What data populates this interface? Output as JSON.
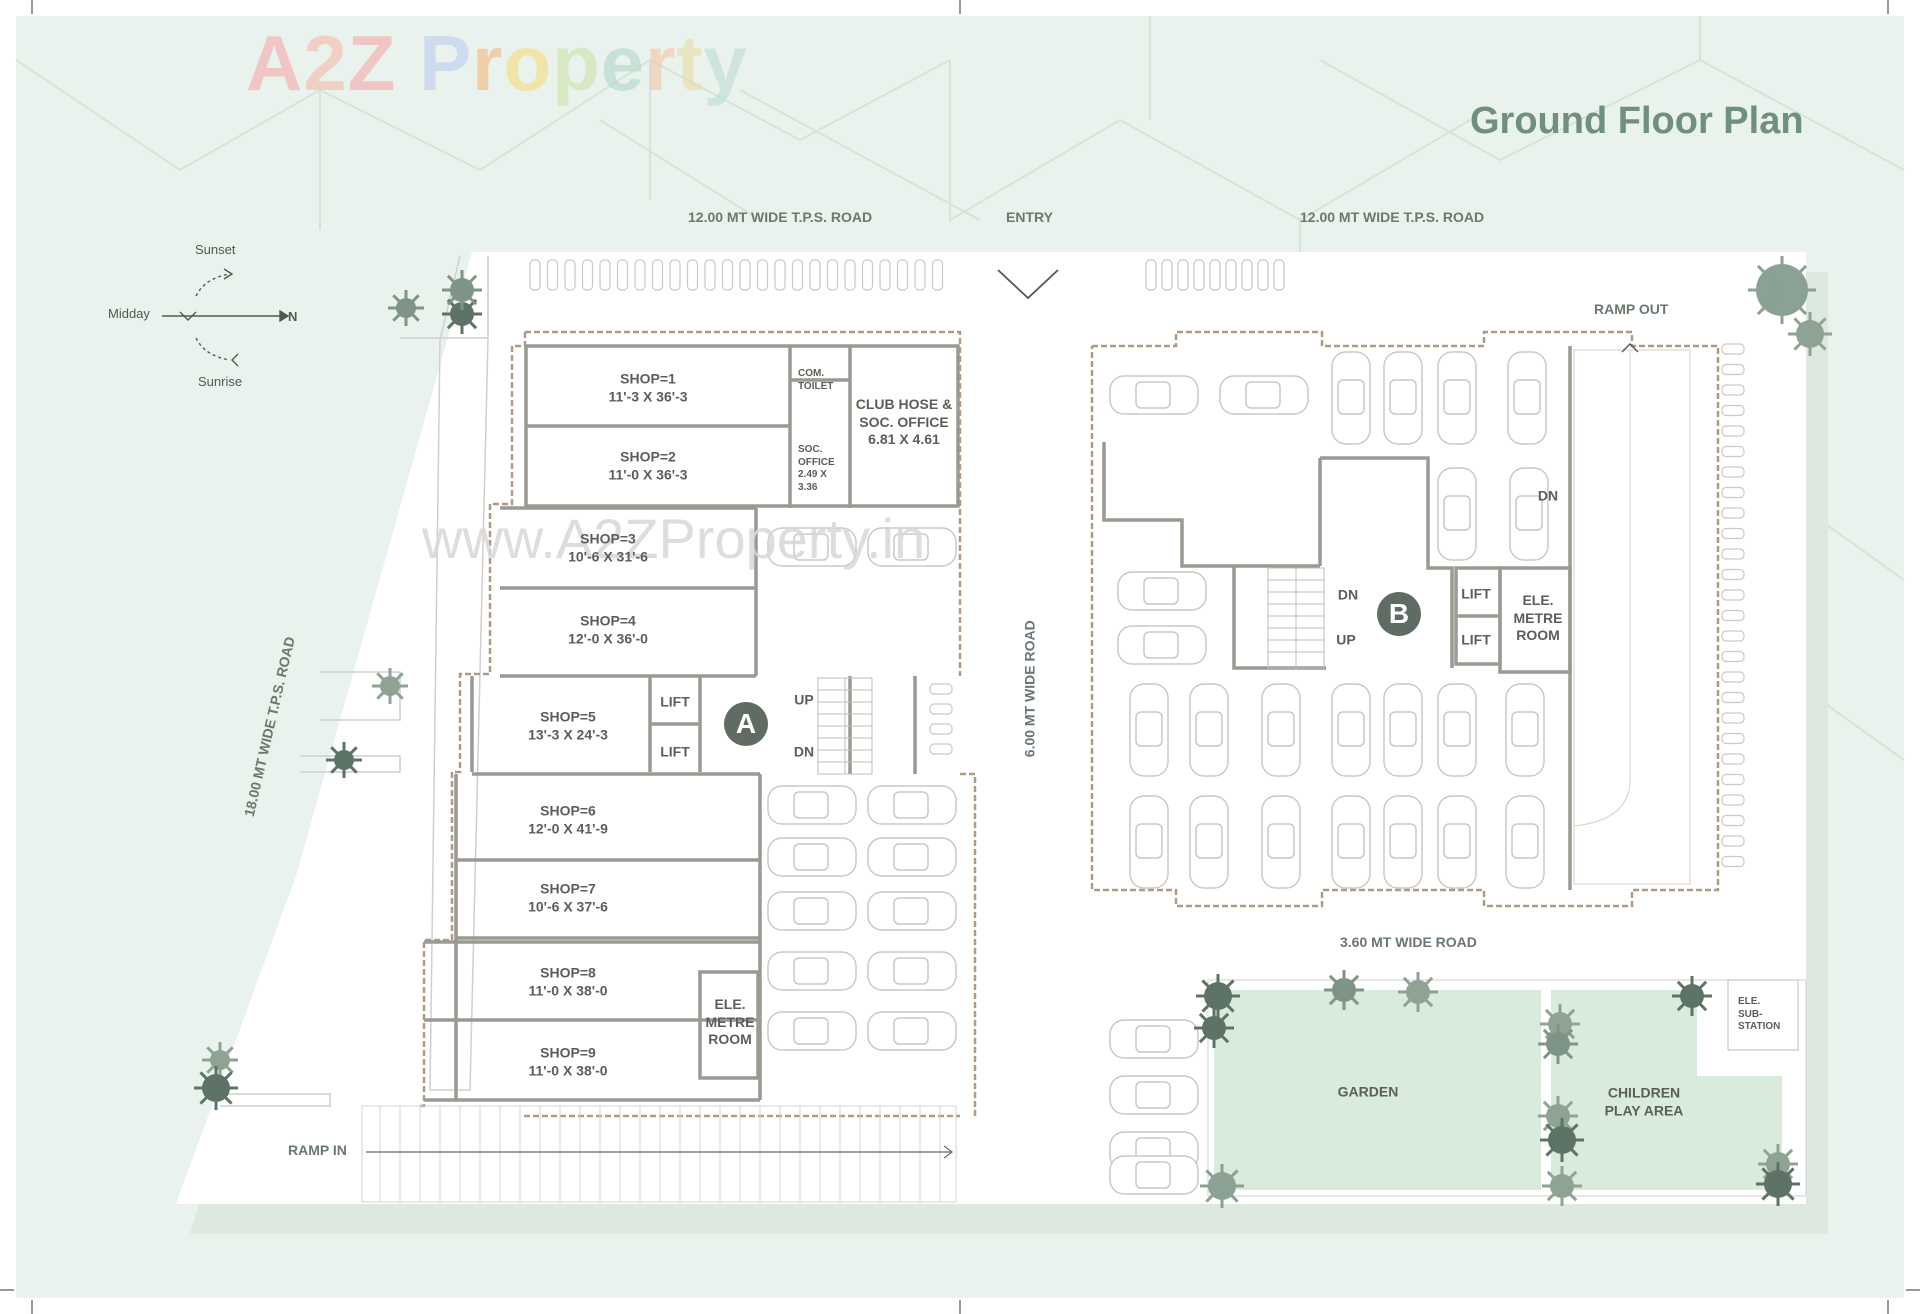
{
  "watermark": {
    "logo_letters": [
      {
        "ch": "A",
        "color": "#f4a3a3"
      },
      {
        "ch": "2",
        "color": "#f6b6a0"
      },
      {
        "ch": "Z",
        "color": "#f4a3a3"
      },
      {
        "ch": " ",
        "color": "#ffffff"
      },
      {
        "ch": "P",
        "color": "#b8c8ef"
      },
      {
        "ch": "r",
        "color": "#f4b36f"
      },
      {
        "ch": "o",
        "color": "#f7d96b"
      },
      {
        "ch": "p",
        "color": "#c6e3a0"
      },
      {
        "ch": "e",
        "color": "#a9d6c6"
      },
      {
        "ch": "r",
        "color": "#f4c1a0"
      },
      {
        "ch": "t",
        "color": "#e8db9b"
      },
      {
        "ch": "y",
        "color": "#b6dccf"
      }
    ],
    "url": "www.A2ZProperty.in"
  },
  "title": "Ground Floor Plan",
  "compass": {
    "sunset": "Sunset",
    "midday": "Midday",
    "north": "N",
    "sunrise": "Sunrise"
  },
  "roads": {
    "top_left": "12.00 MT WIDE T.P.S. ROAD",
    "entry": "ENTRY",
    "top_right": "12.00 MT WIDE T.P.S. ROAD",
    "left": "18.00 MT WIDE T.P.S. ROAD",
    "middle": "6.00 MT WIDE ROAD",
    "bottom_right": "3.60 MT WIDE ROAD",
    "ramp_out": "RAMP OUT",
    "ramp_in": "RAMP IN"
  },
  "rooms_a": {
    "shop1": {
      "name": "SHOP=1",
      "size": "11'-3 X 36'-3"
    },
    "shop2": {
      "name": "SHOP=2",
      "size": "11'-0 X 36'-3"
    },
    "shop3": {
      "name": "SHOP=3",
      "size": "10'-6 X 31'-6"
    },
    "shop4": {
      "name": "SHOP=4",
      "size": "12'-0 X 36'-0"
    },
    "shop5": {
      "name": "SHOP=5",
      "size": "13'-3 X 24'-3"
    },
    "shop6": {
      "name": "SHOP=6",
      "size": "12'-0 X 41'-9"
    },
    "shop7": {
      "name": "SHOP=7",
      "size": "10'-6 X 37'-6"
    },
    "shop8": {
      "name": "SHOP=8",
      "size": "11'-0 X 38'-0"
    },
    "shop9": {
      "name": "SHOP=9",
      "size": "11'-0 X 38'-0"
    },
    "club": {
      "l1": "CLUB HOSE &",
      "l2": "SOC. OFFICE",
      "l3": "6.81 X 4.61"
    },
    "com_toilet": {
      "l1": "COM.",
      "l2": "TOILET"
    },
    "soc_office": {
      "l1": "SOC.",
      "l2": "OFFICE",
      "l3": "2.49 X",
      "l4": "3.36"
    },
    "lift1": "LIFT",
    "lift2": "LIFT",
    "up": "UP",
    "dn": "DN",
    "ele": {
      "l1": "ELE.",
      "l2": "METRE",
      "l3": "ROOM"
    },
    "badge": "A"
  },
  "block_b": {
    "dn_top": "DN",
    "dn": "DN",
    "up": "UP",
    "lift1": "LIFT",
    "lift2": "LIFT",
    "ele": {
      "l1": "ELE.",
      "l2": "METRE",
      "l3": "ROOM"
    },
    "badge": "B",
    "garden": "GARDEN",
    "play": {
      "l1": "CHILDREN",
      "l2": "PLAY AREA"
    },
    "substation": {
      "l1": "ELE.",
      "l2": "SUB-",
      "l3": "STATION"
    }
  },
  "colors": {
    "background": "#eaf2ee",
    "site": "#ffffff",
    "wall": "#9a9a93",
    "boundary": "#b09a86",
    "garden": "#d8ebdd",
    "tree": "#5d7366"
  }
}
